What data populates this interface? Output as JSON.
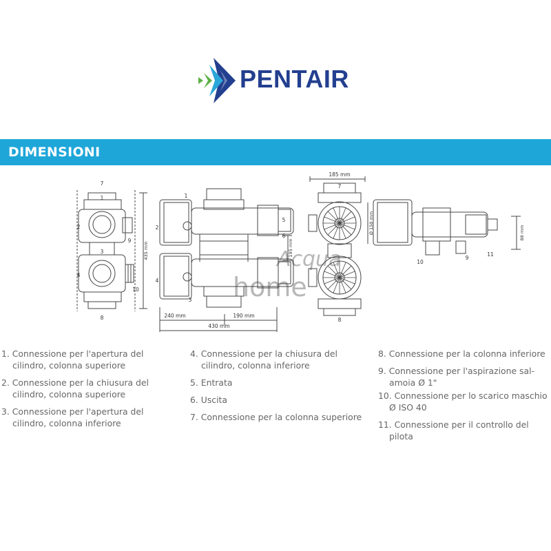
{
  "brand": {
    "name": "PENTAIR",
    "colors": {
      "primary": "#233f8f",
      "accent_green": "#5fb045",
      "accent_blue": "#2aa7d8"
    }
  },
  "section": {
    "title": "DIMENSIONI",
    "band_color": "#1ea6d9"
  },
  "drawing": {
    "view1": {
      "labels": [
        "7",
        "1",
        "2",
        "9",
        "3",
        "4",
        "10",
        "8"
      ],
      "height": "435 mm"
    },
    "view2": {
      "labels": [
        "1",
        "2",
        "3",
        "4",
        "5",
        "6"
      ],
      "gap": "195 mm",
      "left_width": "240 mm",
      "right_width": "190 mm",
      "total_width": "430 mm"
    },
    "view3": {
      "labels": [
        "7",
        "8"
      ],
      "width": "185 mm",
      "diameter": "Ø 150 mm"
    },
    "view4": {
      "labels": [
        "10",
        "9",
        "11"
      ],
      "height": "88 mm"
    },
    "watermark": {
      "line1": "Acqua",
      "line2": "home"
    }
  },
  "legend": [
    [
      {
        "text": "1. Connessione per l'apertura del cilindro, colonna superiore"
      },
      {
        "text": "2. Connessione per la chiusura del cilindro, colonna superiore"
      },
      {
        "text": "3. Connessione per l'apertura del cilindro, colonna inferiore"
      }
    ],
    [
      {
        "text": "4. Connessione per la chiusura del cilindro, colonna inferiore"
      },
      {
        "text": "5. Entrata"
      },
      {
        "text": "6. Uscita"
      },
      {
        "text": "7. Connessione per la colonna superiore"
      }
    ],
    [
      {
        "text": "8. Connessione per la colonna inferiore"
      },
      {
        "text": "9. Connessione per l'aspirazione sal-amoia Ø 1\""
      },
      {
        "text": "10. Connessione per lo scarico maschio Ø ISO 40"
      },
      {
        "text": "11. Connessione per il controllo del pilota"
      }
    ]
  ]
}
